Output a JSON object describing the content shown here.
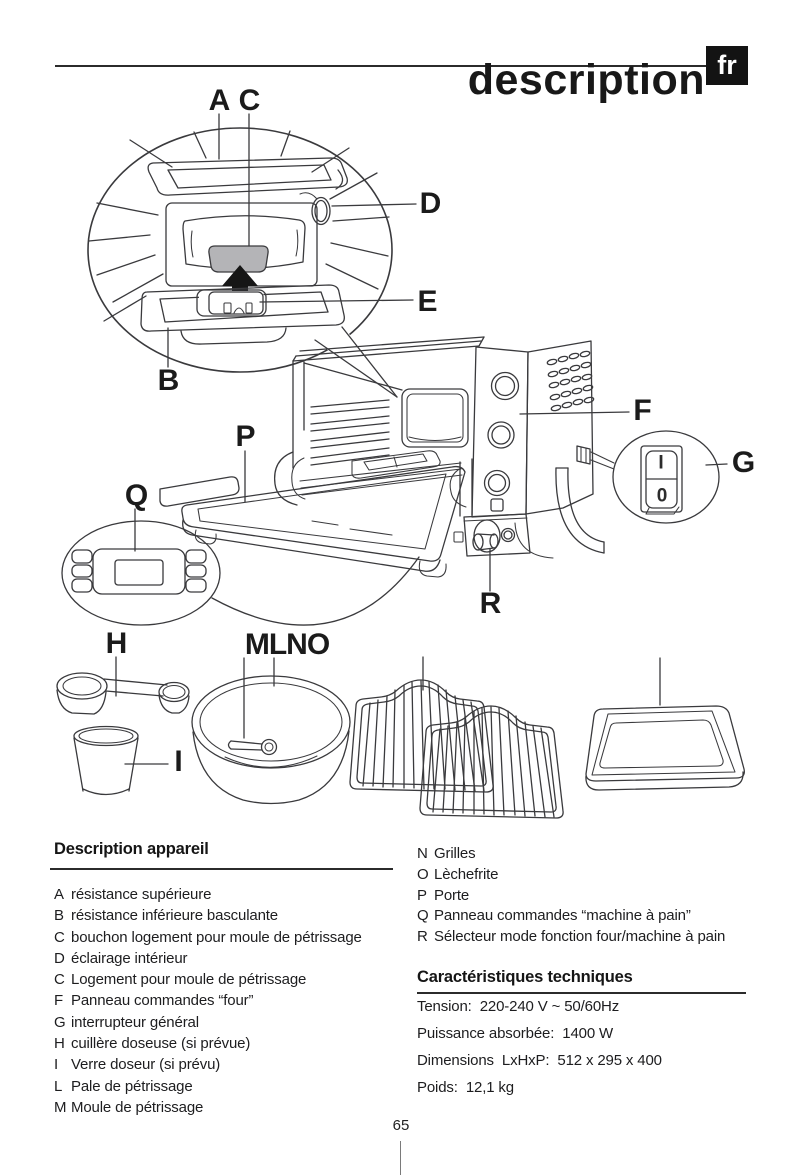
{
  "header": {
    "title": "description",
    "lang_badge": "fr"
  },
  "diagram": {
    "labels": {
      "a": "A",
      "b": "B",
      "c": "C",
      "d": "D",
      "e": "E",
      "f": "F",
      "g": "G",
      "h": "H",
      "i": "I",
      "mlno": "MLNO",
      "p": "P",
      "q": "Q",
      "r": "R"
    },
    "power_switch": {
      "on": "I",
      "off": "0"
    }
  },
  "description_section": {
    "title": "Description appareil",
    "items": [
      {
        "key": "A",
        "label": "résistance supérieure"
      },
      {
        "key": "B",
        "label": "résistance inférieure basculante"
      },
      {
        "key": "C",
        "label": "bouchon logement pour moule de pétrissage"
      },
      {
        "key": "D",
        "label": "éclairage intérieur"
      },
      {
        "key": "C",
        "label": "Logement pour moule de pétrissage"
      },
      {
        "key": "F",
        "label": "Panneau commandes “four”"
      },
      {
        "key": "G",
        "label": "interrupteur général"
      },
      {
        "key": "H",
        "label": "cuillère doseuse (si prévue)"
      },
      {
        "key": "I",
        "label": "Verre doseur (si prévu)"
      },
      {
        "key": "L",
        "label": "Pale de pétrissage"
      },
      {
        "key": "M",
        "label": "Moule de pétrissage"
      }
    ]
  },
  "parts_section": {
    "items": [
      {
        "key": "N",
        "label": "Grilles"
      },
      {
        "key": "O",
        "label": "Lèchefrite"
      },
      {
        "key": "P",
        "label": "Porte"
      },
      {
        "key": "Q",
        "label": "Panneau commandes “machine à pain”"
      },
      {
        "key": "R",
        "label": "Sélecteur mode fonction four/machine à pain"
      }
    ]
  },
  "specs_section": {
    "title": "Caractéristiques techniques",
    "rows": [
      "Tension:  220-240 V ~ 50/60Hz",
      "Puissance absorbée:  1400 W",
      "Dimensions  LxHxP:  512 x 295 x 400",
      "Poids:  12,1 kg"
    ]
  },
  "footer": {
    "page_number": "65"
  }
}
